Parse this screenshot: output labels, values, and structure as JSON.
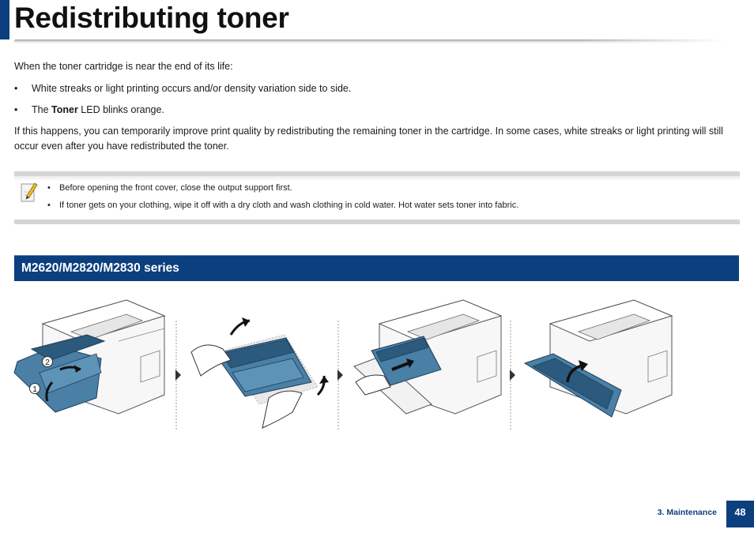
{
  "header": {
    "title": "Redistributing toner"
  },
  "content": {
    "intro": "When the toner cartridge is near the end of its life:",
    "bullets": [
      {
        "text": "White streaks or light printing occurs and/or density variation side to side."
      },
      {
        "prefix": "The ",
        "bold": "Toner",
        "suffix": " LED blinks orange."
      }
    ],
    "paragraph": "If this happens, you can temporarily improve print quality by redistributing the remaining toner in the cartridge. In some cases, white streaks or light printing will still occur even after you have redistributed the toner."
  },
  "note": {
    "icon": "note-pencil-icon",
    "items": [
      "Before opening the front cover, close the output support first.",
      "If toner gets on your clothing, wipe it off with a dry cloth and wash clothing in cold water. Hot water sets toner into fabric."
    ]
  },
  "section": {
    "title": "M2620/M2820/M2830 series"
  },
  "illustration": {
    "step1_labels": [
      "2",
      "1"
    ]
  },
  "footer": {
    "chapter": "3.  Maintenance",
    "page_number": "48"
  },
  "colors": {
    "brand_blue": "#0b3f7e",
    "toner_blue": "#4a7fa6",
    "toner_dark": "#2b5a7c"
  }
}
